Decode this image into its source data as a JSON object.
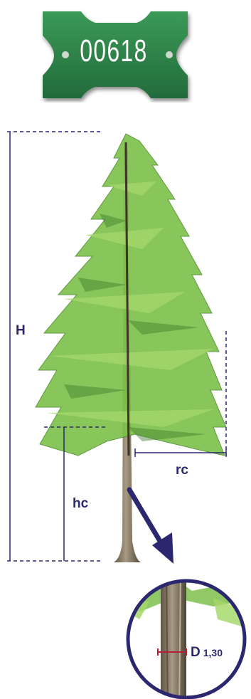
{
  "tag": {
    "number": "00618",
    "color": "#2e8b4c"
  },
  "labels": {
    "total_height": "H",
    "crown_base_height": "hc",
    "crown_radius": "rc",
    "diameter": "D",
    "diameter_height": "1,30"
  },
  "colors": {
    "dimension_lines": "#2b2870",
    "diameter_marker": "#b22234",
    "foliage": "#7cc04a",
    "trunk": "#7a6a55"
  },
  "icons": [
    "tree-tag-icon",
    "conifer-tree-icon",
    "arrow-icon",
    "magnifier-circle-icon"
  ]
}
